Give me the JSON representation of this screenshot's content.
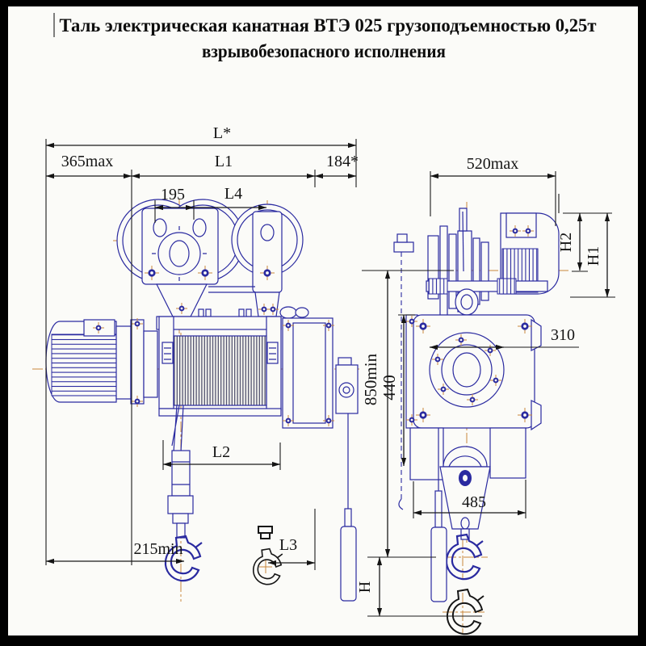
{
  "title": {
    "line1": "Таль электрическая канатная ВТЭ 025 грузоподъемностью 0,25т",
    "line2": "взрывобезопасного исполнения"
  },
  "dims": {
    "left": {
      "l_star": "L*",
      "max365": "365max",
      "l1": "L1",
      "d184": "184*",
      "d195": "195",
      "l4": "L4",
      "l2": "L2",
      "min215": "215min",
      "l3": "L3"
    },
    "right": {
      "max520": "520max",
      "h2": "H2",
      "h1": "H1",
      "d310": "310",
      "min850": "850min",
      "d440": "440",
      "d485": "485",
      "h": "H"
    }
  },
  "colors": {
    "line_blue": "#2a2aa0",
    "centerline_orange": "#c8873c",
    "dimension_black": "#1a1a1a",
    "paper": "#fbfbf8",
    "frame": "#000000"
  }
}
